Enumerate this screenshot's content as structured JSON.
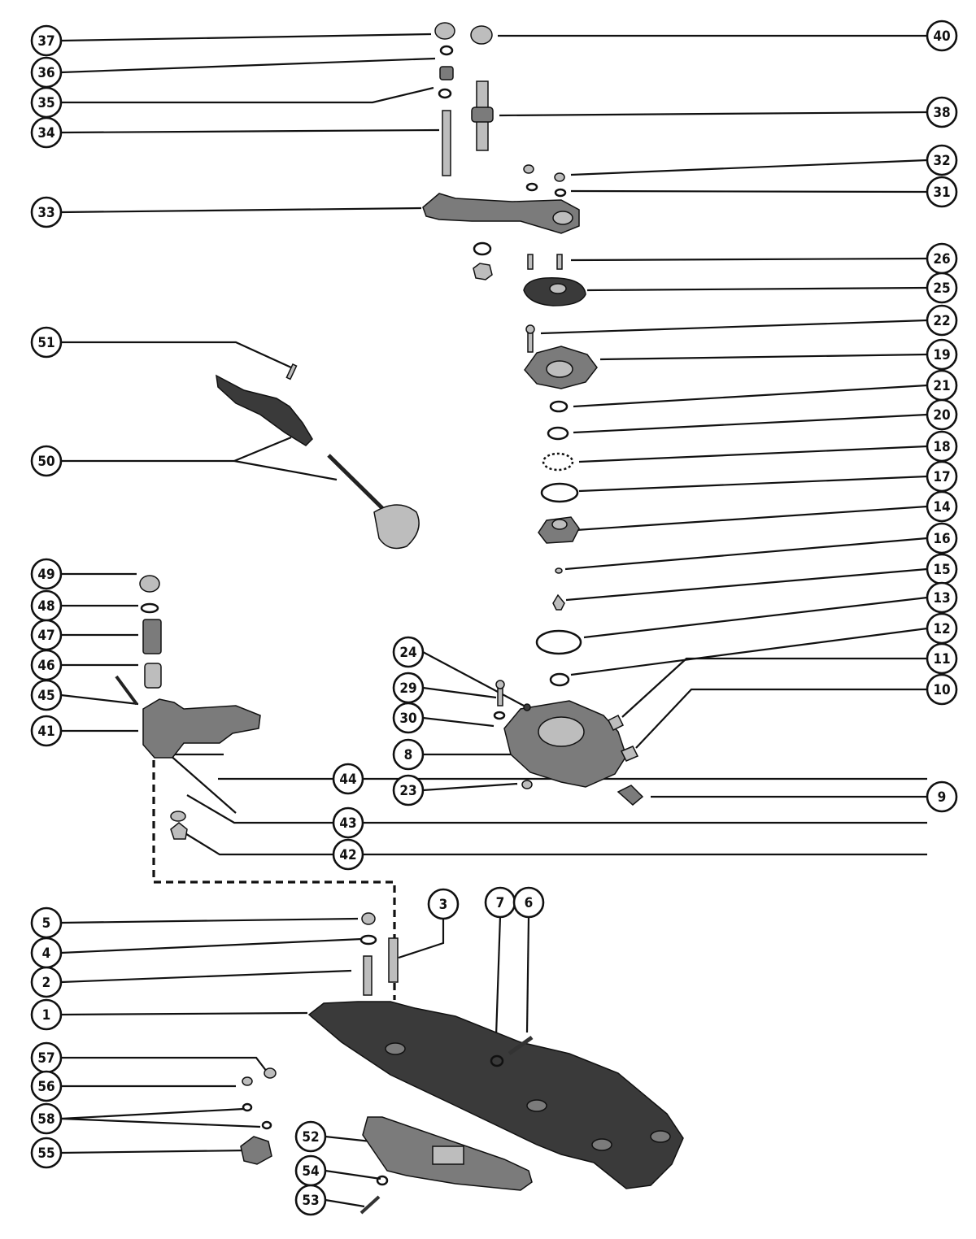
{
  "callouts": [
    {
      "id": "c37",
      "label": "37"
    },
    {
      "id": "c36",
      "label": "36"
    },
    {
      "id": "c35",
      "label": "35"
    },
    {
      "id": "c34",
      "label": "34"
    },
    {
      "id": "c33",
      "label": "33"
    },
    {
      "id": "c40",
      "label": "40"
    },
    {
      "id": "c38",
      "label": "38"
    },
    {
      "id": "c32",
      "label": "32"
    },
    {
      "id": "c31",
      "label": "31"
    },
    {
      "id": "c26",
      "label": "26"
    },
    {
      "id": "c25",
      "label": "25"
    },
    {
      "id": "c22",
      "label": "22"
    },
    {
      "id": "c19",
      "label": "19"
    },
    {
      "id": "c21",
      "label": "21"
    },
    {
      "id": "c20",
      "label": "20"
    },
    {
      "id": "c18",
      "label": "18"
    },
    {
      "id": "c17",
      "label": "17"
    },
    {
      "id": "c14",
      "label": "14"
    },
    {
      "id": "c16",
      "label": "16"
    },
    {
      "id": "c15",
      "label": "15"
    },
    {
      "id": "c13",
      "label": "13"
    },
    {
      "id": "c12",
      "label": "12"
    },
    {
      "id": "c11",
      "label": "11"
    },
    {
      "id": "c10",
      "label": "10"
    },
    {
      "id": "c9",
      "label": "9"
    },
    {
      "id": "c51",
      "label": "51"
    },
    {
      "id": "c50",
      "label": "50"
    },
    {
      "id": "c49",
      "label": "49"
    },
    {
      "id": "c48",
      "label": "48"
    },
    {
      "id": "c47",
      "label": "47"
    },
    {
      "id": "c46",
      "label": "46"
    },
    {
      "id": "c45",
      "label": "45"
    },
    {
      "id": "c41",
      "label": "41"
    },
    {
      "id": "c44",
      "label": "44"
    },
    {
      "id": "c43",
      "label": "43"
    },
    {
      "id": "c42",
      "label": "42"
    },
    {
      "id": "c24",
      "label": "24"
    },
    {
      "id": "c29",
      "label": "29"
    },
    {
      "id": "c30",
      "label": "30"
    },
    {
      "id": "c8",
      "label": "8"
    },
    {
      "id": "c23",
      "label": "23"
    },
    {
      "id": "c5",
      "label": "5"
    },
    {
      "id": "c4",
      "label": "4"
    },
    {
      "id": "c2",
      "label": "2"
    },
    {
      "id": "c1",
      "label": "1"
    },
    {
      "id": "c3",
      "label": "3"
    },
    {
      "id": "c7",
      "label": "7"
    },
    {
      "id": "c6",
      "label": "6"
    },
    {
      "id": "c57",
      "label": "57"
    },
    {
      "id": "c56",
      "label": "56"
    },
    {
      "id": "c58",
      "label": "58"
    },
    {
      "id": "c55",
      "label": "55"
    },
    {
      "id": "c52",
      "label": "52"
    },
    {
      "id": "c54",
      "label": "54"
    },
    {
      "id": "c53",
      "label": "53"
    }
  ]
}
